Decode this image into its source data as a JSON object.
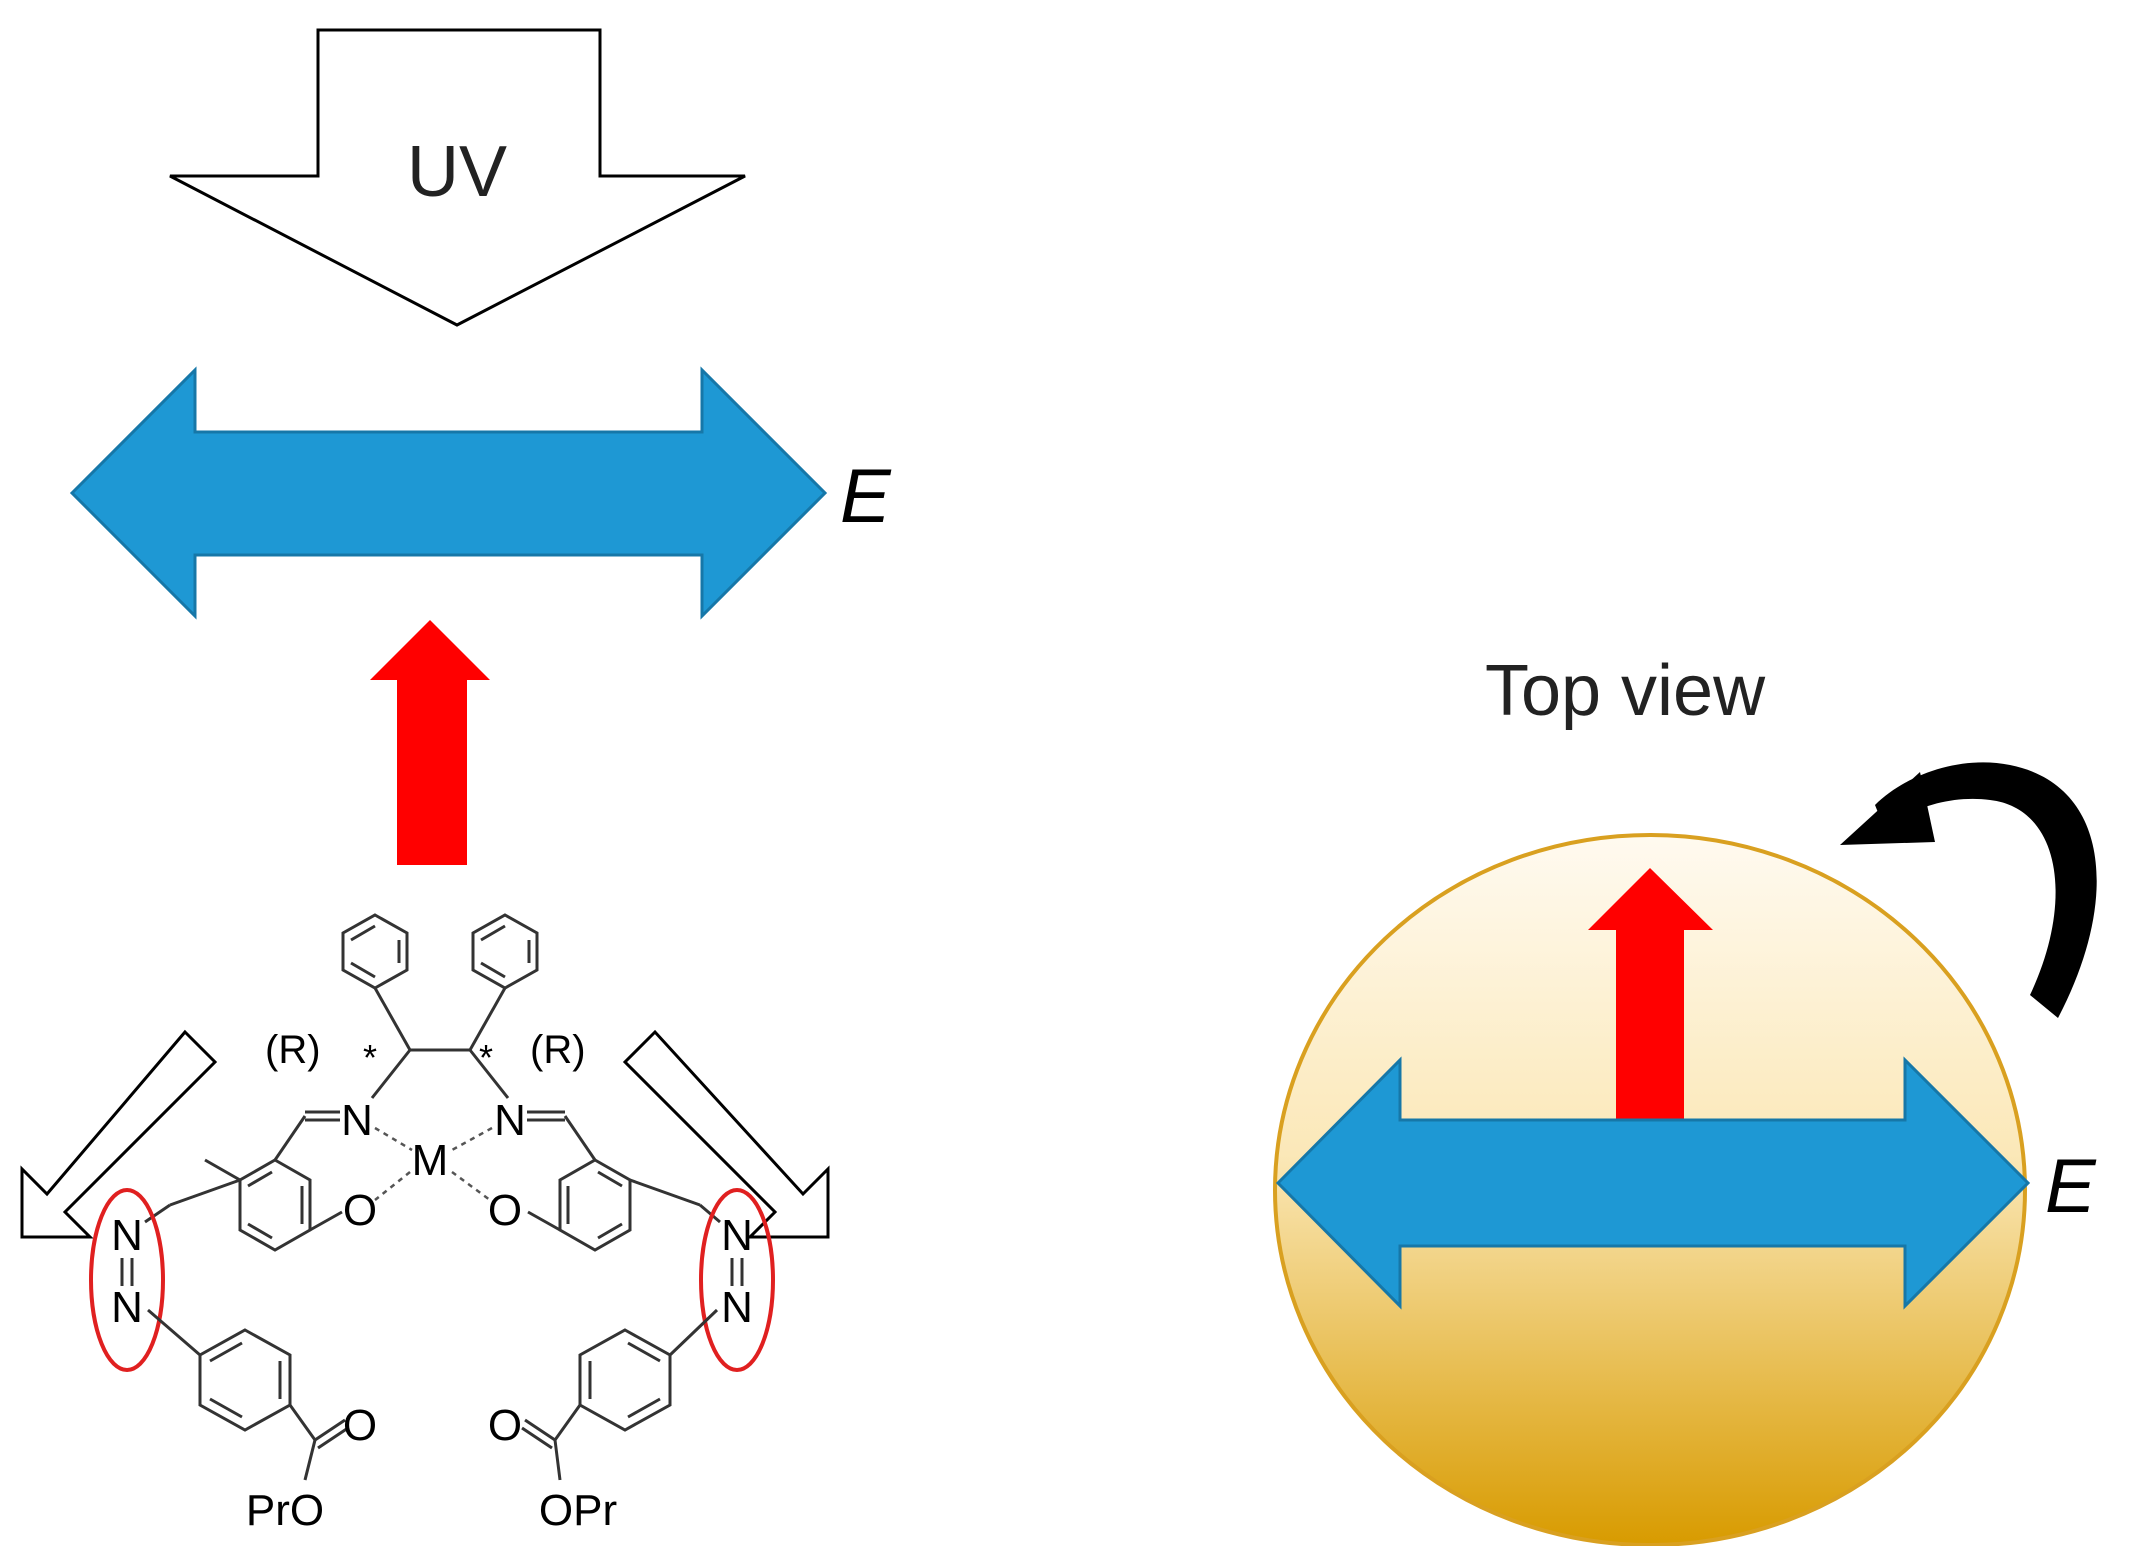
{
  "labels": {
    "uv": "UV",
    "e_left": "E",
    "e_right": "E",
    "top_view": "Top view"
  },
  "molecule": {
    "metal": "M",
    "n_left": "N",
    "n_right": "N",
    "o_left": "O",
    "o_right": "O",
    "azo_left_n1": "N",
    "azo_left_n2": "N",
    "azo_right_n1": "N",
    "azo_right_n2": "N",
    "carbonyl_o_left": "O",
    "carbonyl_o_right": "O",
    "ester_left": "PrO",
    "ester_right": "OPr",
    "stereo_left": "(R)",
    "stereo_right": "(R)",
    "star_left": "*",
    "star_right": "*"
  },
  "colors": {
    "polarization_arrow": "#1e98d4",
    "dipole_arrow": "#ff0000",
    "azo_highlight": "#e02020",
    "sphere_top": "#fff6e2",
    "sphere_bottom": "#d89b00",
    "sphere_edge": "#d9a020",
    "rotation_arrow": "#000000"
  }
}
